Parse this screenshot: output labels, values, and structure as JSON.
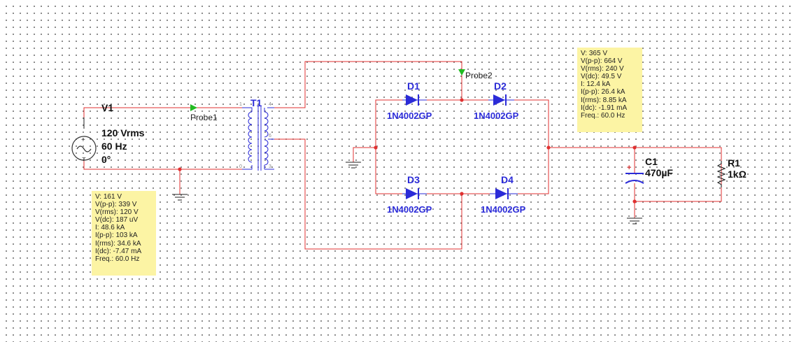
{
  "source": {
    "ref": "V1",
    "rms": "120 Vrms",
    "freq": "60 Hz",
    "phase": "0°"
  },
  "transformer": {
    "ref": "T1",
    "pin_1": "1",
    "pin_0": "0",
    "pin_4": "4",
    "pin_6": "6",
    "pin_3": "3"
  },
  "diodes": [
    {
      "ref": "D1",
      "model": "1N4002GP"
    },
    {
      "ref": "D2",
      "model": "1N4002GP"
    },
    {
      "ref": "D3",
      "model": "1N4002GP"
    },
    {
      "ref": "D4",
      "model": "1N4002GP"
    }
  ],
  "capacitor": {
    "ref": "C1",
    "value": "470µF"
  },
  "resistor": {
    "ref": "R1",
    "value": "1kΩ"
  },
  "probes": {
    "probe1": {
      "label": "Probe1",
      "lines": [
        "V: 161 V",
        "V(p-p): 339 V",
        "V(rms): 120 V",
        "V(dc): 187 uV",
        "I: 48.6 kA",
        "I(p-p): 103 kA",
        "I(rms): 34.6 kA",
        "I(dc): -7.47 mA",
        "Freq.: 60.0 Hz"
      ]
    },
    "probe2": {
      "label": "Probe2",
      "lines": [
        "V: 365 V",
        "V(p-p): 664 V",
        "V(rms): 240 V",
        "V(dc): 49.5 V",
        "I: 12.4 kA",
        "I(p-p): 26.4 kA",
        "I(rms): 8.85 kA",
        "I(dc): -1.91 mA",
        "Freq.: 60.0 Hz"
      ]
    }
  },
  "colors": {
    "wire": "#e03030",
    "component": "#2b2bd8",
    "probe_marker": "#22bb22",
    "probe_box": "#fcf4a4",
    "text": "#111111"
  }
}
